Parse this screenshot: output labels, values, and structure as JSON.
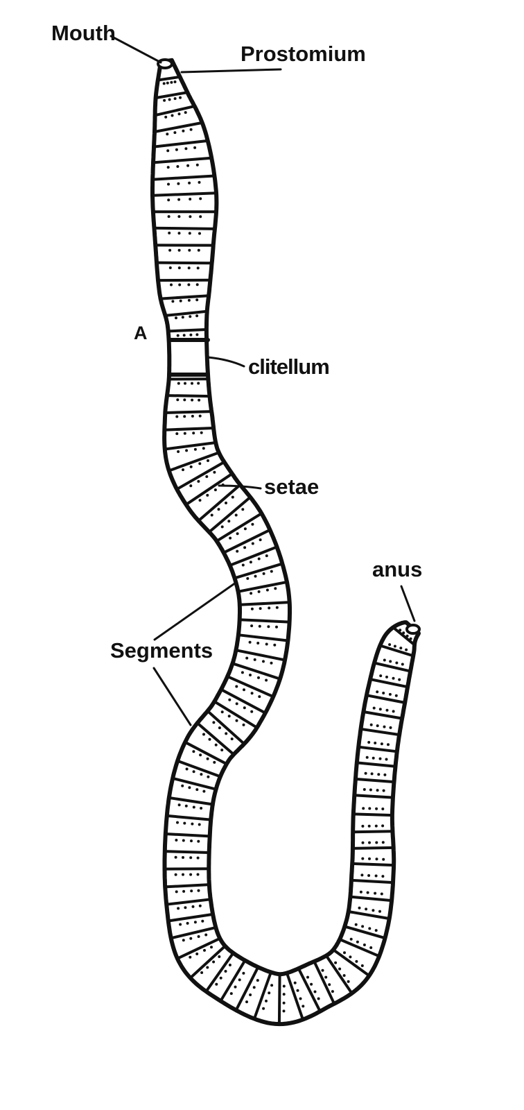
{
  "labels": {
    "mouth": "Mouth",
    "prostomium": "Prostomium",
    "figure_letter": "A",
    "clitellum": "clitellum",
    "setae": "setae",
    "anus": "anus",
    "segments": "Segments"
  },
  "colors": {
    "ink": "#111111",
    "background": "#ffffff"
  }
}
